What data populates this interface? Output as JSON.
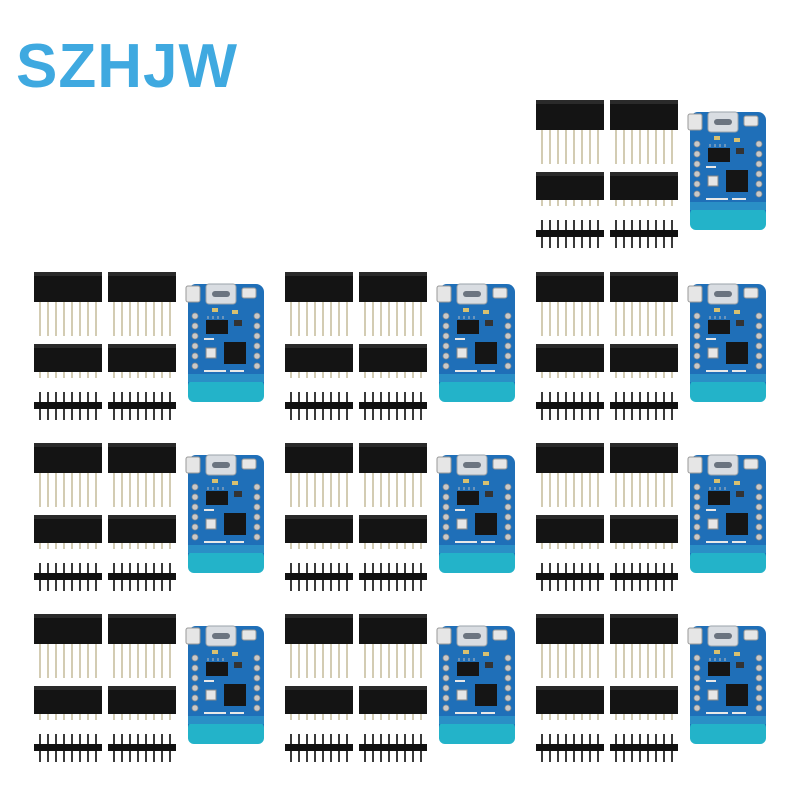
{
  "brand": {
    "text": "SZHJW",
    "color": "#3fa9e0"
  },
  "product": {
    "kit_count": 10,
    "items": [
      {
        "name": "long-pin-female-header",
        "count": 2
      },
      {
        "name": "short-female-header",
        "count": 2
      },
      {
        "name": "male-pin-header",
        "count": 2
      },
      {
        "name": "mini-wifi-board-usb-c",
        "count": 1
      }
    ],
    "pcb_color": "#1f6fb8",
    "antenna_color": "#23b3c9"
  }
}
